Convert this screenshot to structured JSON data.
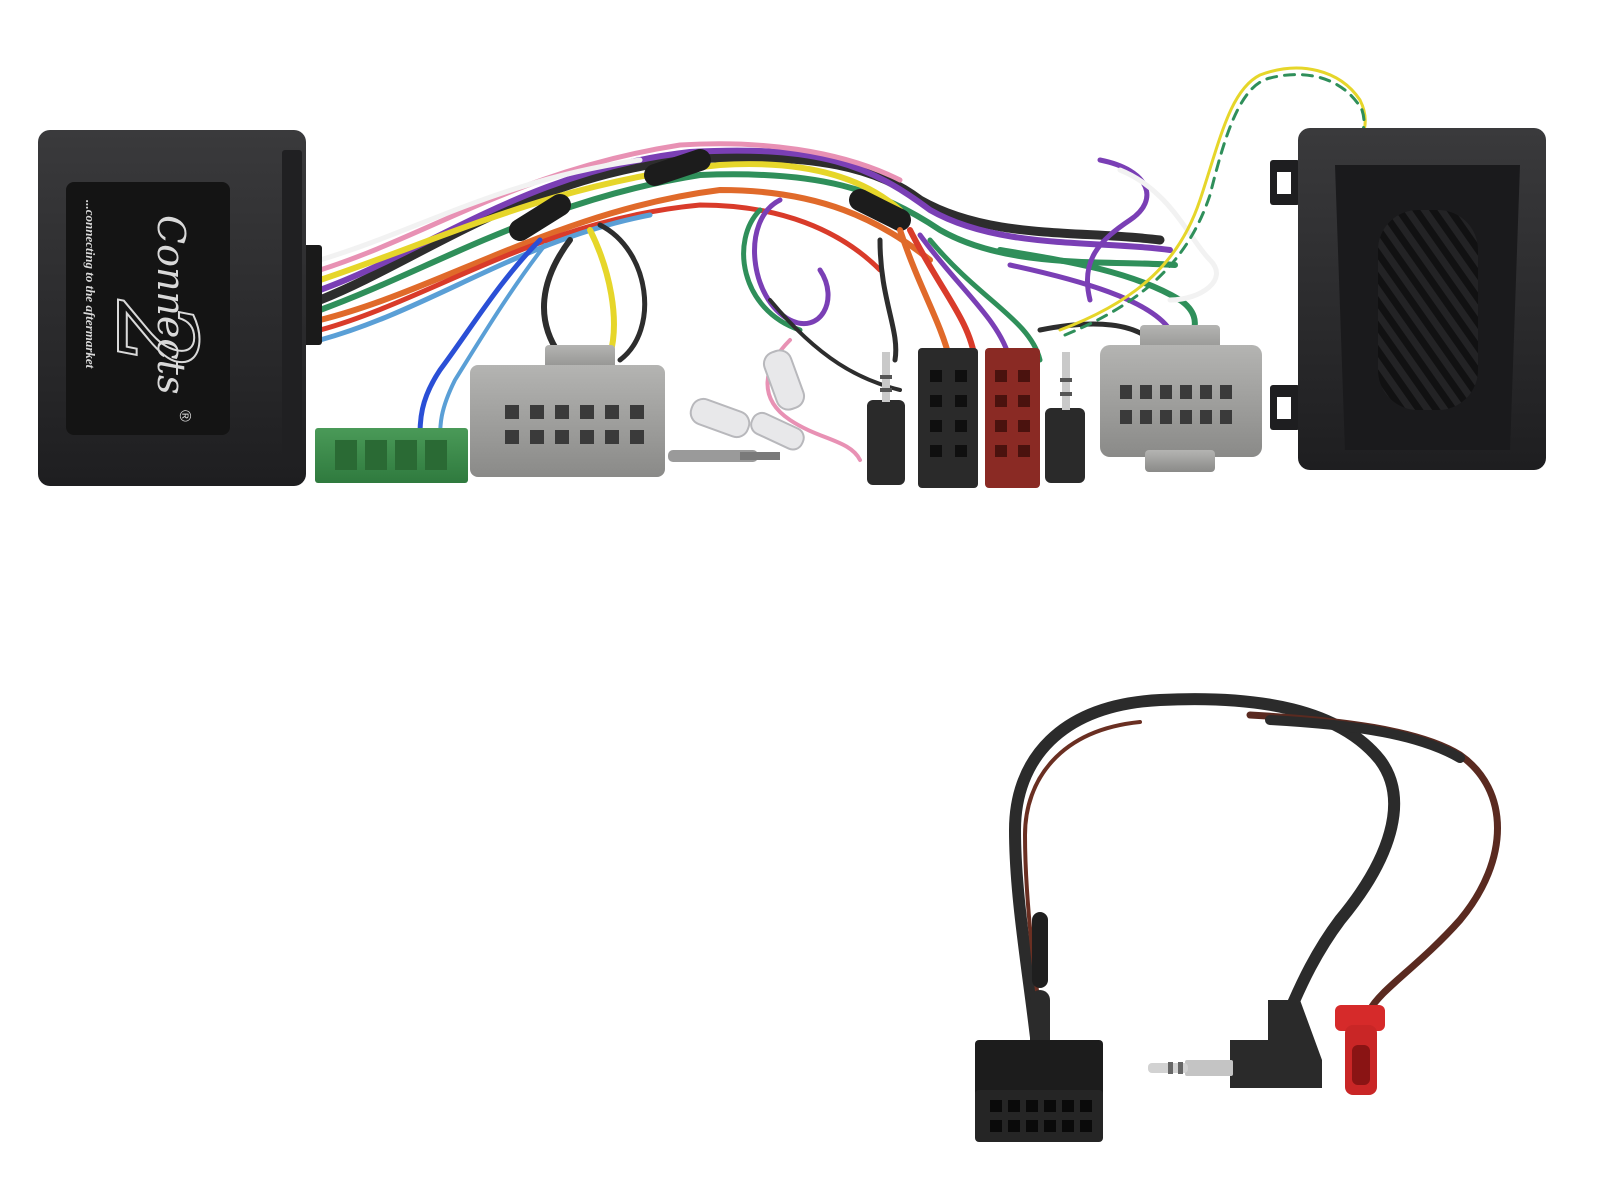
{
  "product": {
    "brand_script": "Connects",
    "brand_numeral": "2",
    "registered_mark": "®",
    "tagline": "...connecting to the aftermarket"
  },
  "colors": {
    "background": "#ffffff",
    "module_body": "#2b2b2d",
    "connector_green": "#3c8a4a",
    "connector_grey": "#9c9c9a",
    "iso_black": "#2a2a2a",
    "iso_red": "#8a2a24",
    "antenna_red": "#d62a2a",
    "wire_colors": [
      "#2d2d2d",
      "#7a3fb5",
      "#2f8f5a",
      "#e06a2a",
      "#e6d62a",
      "#2a4fd6",
      "#e891b4",
      "#d93b2a",
      "#f2f2f2",
      "#5a9fd6"
    ]
  },
  "icons": {
    "jack": "stereo-jack-3-5mm",
    "remote_lead": "steering-wheel-remote-patch-lead"
  }
}
